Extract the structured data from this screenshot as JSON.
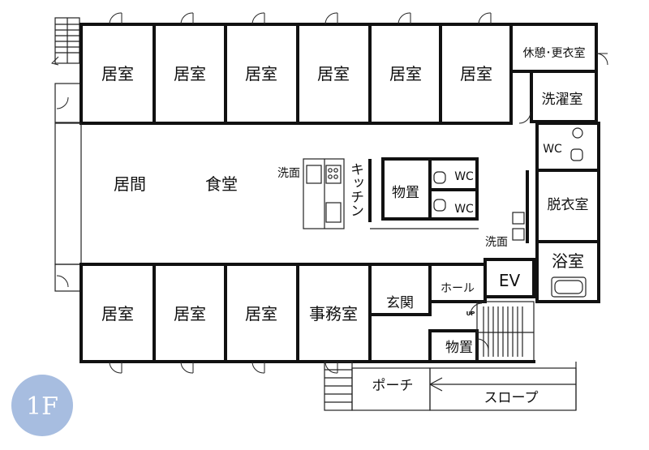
{
  "floor_badge": "1F",
  "rooms": {
    "top_rooms": [
      "居室",
      "居室",
      "居室",
      "居室",
      "居室",
      "居室"
    ],
    "bottom_rooms": [
      "居室",
      "居室",
      "居室"
    ],
    "rest_room": "休憩･更衣室",
    "laundry": "洗濯室",
    "toilet_right": "WC",
    "living": "居間",
    "dining": "食堂",
    "washbasin_kitchen": "洗面",
    "kitchen": "キッチン",
    "storage_center": "物置",
    "wc_upper": "WC",
    "wc_lower": "WC",
    "dressing": "脱衣室",
    "washbasin_hall": "洗面",
    "bath": "浴室",
    "hall": "ホール",
    "elevator": "EV",
    "office": "事務室",
    "entrance": "玄関",
    "storage_stair": "物置",
    "stair_up": "UP",
    "porch": "ポーチ",
    "slope": "スロープ"
  },
  "colors": {
    "badge": "#a7bde0",
    "wall": "#111111"
  }
}
